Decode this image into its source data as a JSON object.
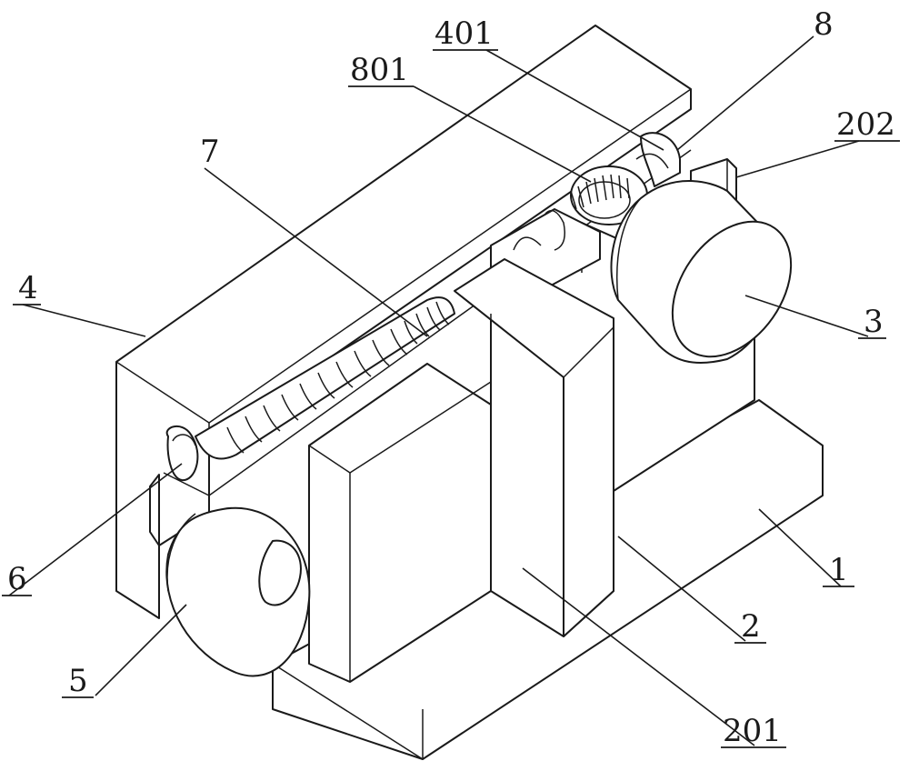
{
  "labels": {
    "l401": "401",
    "l8": "8",
    "l801": "801",
    "l202": "202",
    "l7": "7",
    "l4": "4",
    "l3": "3",
    "l6": "6",
    "l1": "1",
    "l2": "2",
    "l5": "5",
    "l201": "201"
  }
}
